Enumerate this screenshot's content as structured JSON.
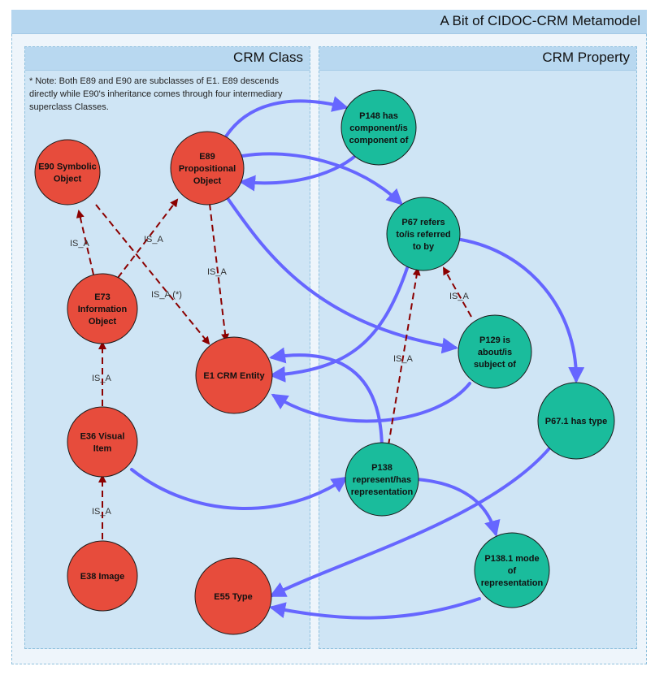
{
  "title": "A Bit of CIDOC-CRM Metamodel",
  "lanes": {
    "class_label": "CRM Class",
    "property_label": "CRM Property"
  },
  "note": "* Note: Both E89 and E90 are subclasses of E1. E89 descends directly while E90's inheritance comes through four intermediary superclass Classes.",
  "colors": {
    "class_node": "#e74c3c",
    "property_node": "#1abc9c",
    "property_arrow": "#6666ff",
    "isa_arrow": "#8b0000"
  },
  "nodes": {
    "e90": [
      "E90 Symbolic",
      "Object"
    ],
    "e89": [
      "E89",
      "Propositional",
      "Object"
    ],
    "e73": [
      "E73",
      "Information",
      "Object"
    ],
    "e1": [
      "E1 CRM Entity"
    ],
    "e36": [
      "E36 Visual",
      "Item"
    ],
    "e38": [
      "E38 Image"
    ],
    "e55": [
      "E55 Type"
    ],
    "p148": [
      "P148 has",
      "component/is",
      "component of"
    ],
    "p67": [
      "P67 refers",
      "to/is referred",
      "to by"
    ],
    "p129": [
      "P129 is",
      "about/is",
      "subject of"
    ],
    "p67_1": [
      "P67.1 has type"
    ],
    "p138": [
      "P138",
      "represent/has",
      "representation"
    ],
    "p138_1": [
      "P138.1 mode",
      "of",
      "representation"
    ]
  },
  "edge_labels": {
    "isa": "IS_A",
    "isa_star": "IS_A (*)"
  }
}
